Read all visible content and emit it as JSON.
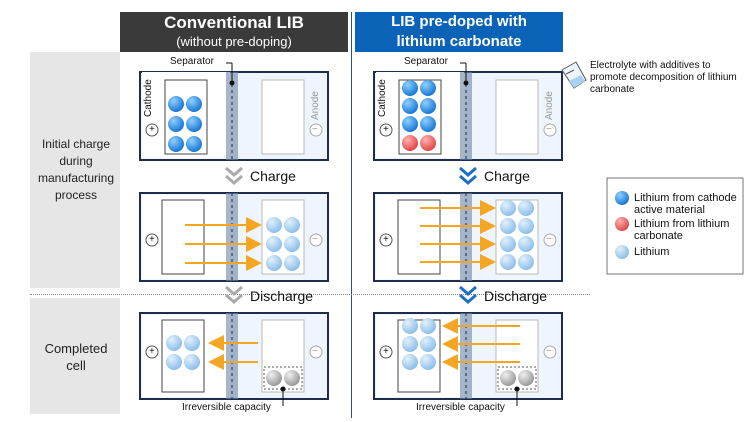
{
  "headers": {
    "conventional": {
      "line1": "Conventional LIB",
      "line2": "(without pre-doping)",
      "color": "#3a3a3a"
    },
    "predoped": {
      "line1": "LIB pre-doped with",
      "line2": "lithium carbonate",
      "color": "#0b63b8"
    }
  },
  "side": {
    "initial": "Initial charge during manufacturing process",
    "completed": "Completed cell"
  },
  "labels": {
    "separator": "Separator",
    "cathode": "Cathode",
    "anode": "Anode",
    "charge": "Charge",
    "discharge": "Discharge",
    "irreversible": "Irreversible capacity",
    "plus": "+",
    "minus": "−",
    "electrolyte": "Electrolyte with additives to promote decomposition of lithium carbonate"
  },
  "legend": [
    {
      "text": "Lithium from cathode active material",
      "color": "#2a8be0",
      "icon": "blue-ball-icon"
    },
    {
      "text": "Lithium from lithium carbonate",
      "color": "#f06a6a",
      "icon": "red-ball-icon"
    },
    {
      "text": "Lithium",
      "color": "#9fc9ef",
      "icon": "lightblue-ball-icon"
    }
  ],
  "colors": {
    "arrow": "#f5a623",
    "cell_border": "#1f2d4d",
    "chevron_gray": "#aaaaaa",
    "chevron_blue": "#1e6fc4"
  }
}
